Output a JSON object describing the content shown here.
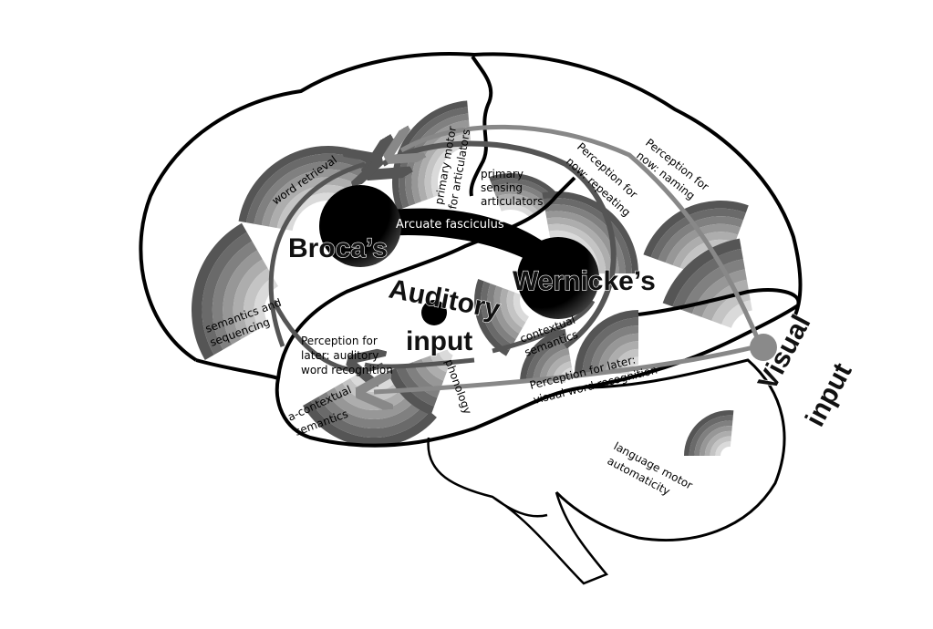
{
  "labels": {
    "word_retrieval": "word retrieval",
    "primary_motor": [
      "primary motor",
      "for articulators"
    ],
    "primary_sensing": [
      "primary",
      "sensing",
      "articulators"
    ],
    "perception_now_repeating": [
      "Perception for",
      "now: repeating"
    ],
    "perception_now_naming": [
      "Perception for",
      "now: naming"
    ],
    "arcuate": "Arcuate fasciculus",
    "broca": "Broca’s",
    "wernicke": "Wernicke’s",
    "auditory_input": [
      "Auditory",
      "input"
    ],
    "contextual_semantics": [
      "contextual",
      "semantics"
    ],
    "semantics_sequencing": [
      "semantics and",
      "sequencing"
    ],
    "perception_later_auditory": [
      "Perception for",
      "later: auditory",
      "word recognition"
    ],
    "phonology": "phonology",
    "acontextual_semantics": [
      "a-contextual",
      "semantics"
    ],
    "perception_later_visual": [
      "Perception for later:",
      "visual word recognition"
    ],
    "visual_input": [
      "Visual",
      "input"
    ],
    "language_motor": [
      "language motor",
      "automaticity"
    ]
  },
  "colors": {
    "outline": "#000000",
    "arrow_dark": "#555555",
    "arrow_light": "#888888",
    "node": "#000000",
    "visual_node": "#8a8a8a"
  }
}
